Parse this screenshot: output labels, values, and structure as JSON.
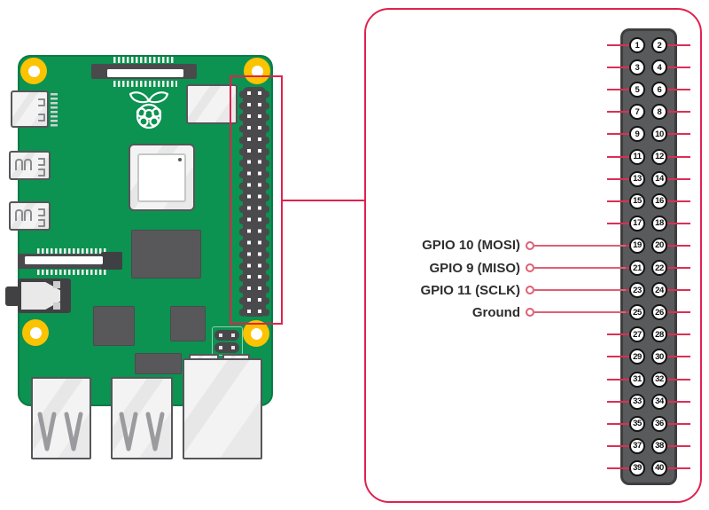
{
  "colors": {
    "accent": "#e0224e",
    "tick": "#dc2f55",
    "leader": "#df5f75",
    "pcb_green": "#0c9251",
    "mount_hole_yellow": "#fcc300",
    "header_gray": "#595a5c"
  },
  "panel": {
    "pin_rows": [
      [
        1,
        2
      ],
      [
        3,
        4
      ],
      [
        5,
        6
      ],
      [
        7,
        8
      ],
      [
        9,
        10
      ],
      [
        11,
        12
      ],
      [
        13,
        14
      ],
      [
        15,
        16
      ],
      [
        17,
        18
      ],
      [
        19,
        20
      ],
      [
        21,
        22
      ],
      [
        23,
        24
      ],
      [
        25,
        26
      ],
      [
        27,
        28
      ],
      [
        29,
        30
      ],
      [
        31,
        32
      ],
      [
        33,
        34
      ],
      [
        35,
        36
      ],
      [
        37,
        38
      ],
      [
        39,
        40
      ]
    ],
    "labels": [
      {
        "text": "GPIO 10 (MOSI)",
        "pin": 19
      },
      {
        "text": "GPIO 9 (MISO)",
        "pin": 21
      },
      {
        "text": "GPIO 11 (SCLK)",
        "pin": 23
      },
      {
        "text": "Ground",
        "pin": 25
      }
    ]
  }
}
